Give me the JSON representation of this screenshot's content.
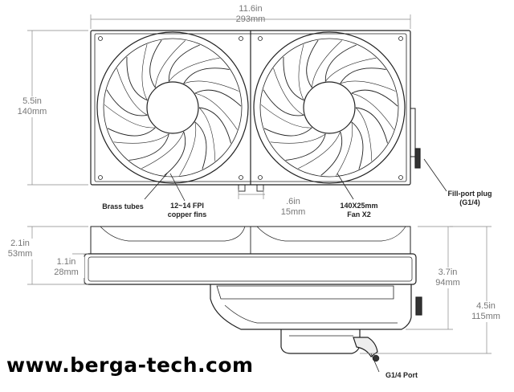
{
  "dimensions": {
    "top_width": {
      "imperial": "11.6in",
      "metric": "293mm"
    },
    "height": {
      "imperial": "5.5in",
      "metric": "140mm"
    },
    "fan_gap": {
      "imperial": ".6in",
      "metric": "15mm"
    },
    "side_total": {
      "imperial": "2.1in",
      "metric": "53mm"
    },
    "side_radiator": {
      "imperial": "1.1in",
      "metric": "28mm"
    },
    "side_to_block": {
      "imperial": "3.7in",
      "metric": "94mm"
    },
    "side_full": {
      "imperial": "4.5in",
      "metric": "115mm"
    }
  },
  "labels": {
    "brass_tubes": "Brass tubes",
    "fins_line1": "12~14 FPI",
    "fins_line2": "copper fins",
    "fan_line1": "140X25mm",
    "fan_line2": "Fan X2",
    "fill_port_line1": "Fill-port plug",
    "fill_port_line2": "(G1/4)",
    "g14_port": "G1/4 Port"
  },
  "watermark": "www.berga-tech.com",
  "colors": {
    "line": "#222222",
    "dimension": "#777777",
    "background": "#ffffff"
  }
}
